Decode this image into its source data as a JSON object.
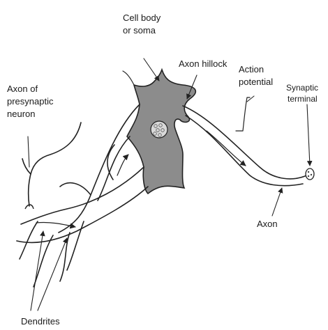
{
  "labels": {
    "cell_body": [
      "Cell body",
      "or soma"
    ],
    "axon_hillock": "Axon hillock",
    "action_potential": [
      "Action",
      "potential"
    ],
    "axon_presynaptic": [
      "Axon of",
      "presynaptic",
      "neuron"
    ],
    "synaptic_terminal": [
      "Synaptic",
      "terminal"
    ],
    "axon": "Axon",
    "dendrites": "Dendrites"
  },
  "colors": {
    "soma_fill": "#8c8c8c",
    "nucleus_fill": "#d9d9d9",
    "line": "#222222"
  }
}
